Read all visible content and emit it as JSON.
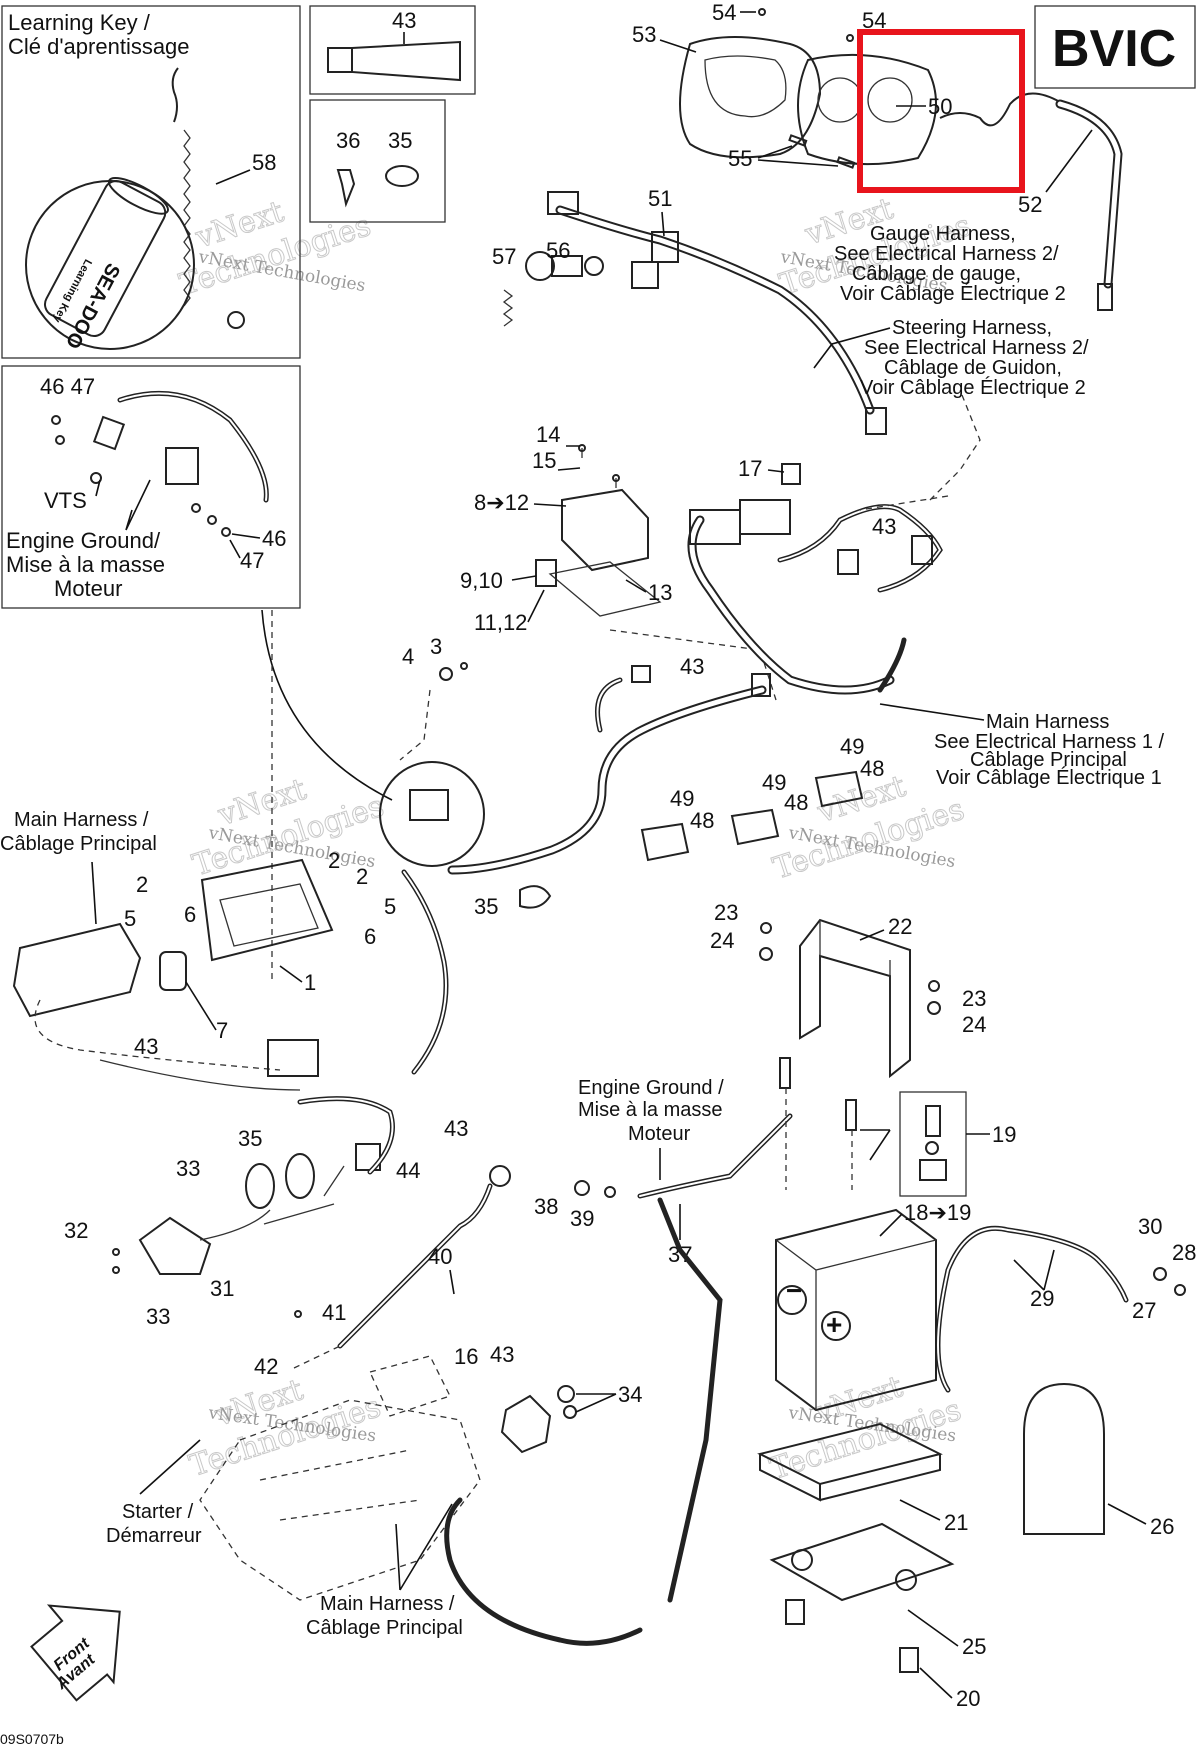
{
  "badge": "BVIC",
  "drawing_code": "09S0707b",
  "watermark": {
    "line1": "vNext",
    "line2": "Technologies",
    "small": "vNext Technologies"
  },
  "learning_key": {
    "title_en": "Learning Key /",
    "title_fr": "Clé d'aprentissage",
    "key_text": "SEA-DOO",
    "key_subtext": "Learning Key"
  },
  "engine_ground_box": {
    "vts": "VTS",
    "line1": "Engine Ground/",
    "line2": "Mise à la masse",
    "line3": "Moteur"
  },
  "captions": {
    "gauge_harness": [
      "Gauge Harness,",
      "See Electrical Harness 2/",
      "Câblage de gauge,",
      "Voir Câblage Électrique 2"
    ],
    "steering_harness": [
      "Steering Harness,",
      "See Electrical Harness 2/",
      "Câblage de Guidon,",
      "Voir Câblage Électrique 2"
    ],
    "main_harness_right": [
      "Main Harness",
      "See Electrical Harness 1 /",
      "Câblage Principal",
      "Voir Câblage Électrique 1"
    ],
    "main_harness_left": [
      "Main Harness /",
      "Câblage Principal"
    ],
    "engine_ground_mid": [
      "Engine Ground /",
      "Mise à la masse",
      "Moteur"
    ],
    "starter": [
      "Starter /",
      "Démarreur"
    ],
    "main_harness_bottom": [
      "Main Harness /",
      "Câblage Principal"
    ],
    "front": [
      "Front",
      "Avant"
    ]
  },
  "callouts": {
    "c43a": "43",
    "c36": "36",
    "c35a": "35",
    "c58": "58",
    "c54a": "54",
    "c54b": "54",
    "c53": "53",
    "c50": "50",
    "c55": "55",
    "c52": "52",
    "c51": "51",
    "c56": "56",
    "c57": "57",
    "c4647": "46 47",
    "c46": "46",
    "c47": "47",
    "c14": "14",
    "c15": "15",
    "c17": "17",
    "c812": "8➔12",
    "c43b": "43",
    "c910": "9,10",
    "c13": "13",
    "c1112": "11,12",
    "c3": "3",
    "c4": "4",
    "c43c": "43",
    "c49a": "49",
    "c48a": "48",
    "c49b": "49",
    "c48b": "48",
    "c49c": "49",
    "c48c": "48",
    "c2a": "2",
    "c5a": "5",
    "c6a": "6",
    "c2b": "2",
    "c2c": "2",
    "c5b": "5",
    "c6b": "6",
    "c35b": "35",
    "c1": "1",
    "c7": "7",
    "c43d": "43",
    "c23a": "23",
    "c24a": "24",
    "c22": "22",
    "c23b": "23",
    "c24b": "24",
    "c19": "19",
    "c1819": "18➔19",
    "c35c": "35",
    "c43e": "43",
    "c44": "44",
    "c33a": "33",
    "c32": "32",
    "c31": "31",
    "c33b": "33",
    "c38": "38",
    "c39": "39",
    "c37": "37",
    "c30": "30",
    "c28": "28",
    "c29": "29",
    "c27": "27",
    "c40": "40",
    "c41": "41",
    "c42": "42",
    "c16": "16",
    "c43f": "43",
    "c34": "34",
    "c21": "21",
    "c26": "26",
    "c25": "25",
    "c20": "20"
  },
  "highlight_color": "#e8141c"
}
